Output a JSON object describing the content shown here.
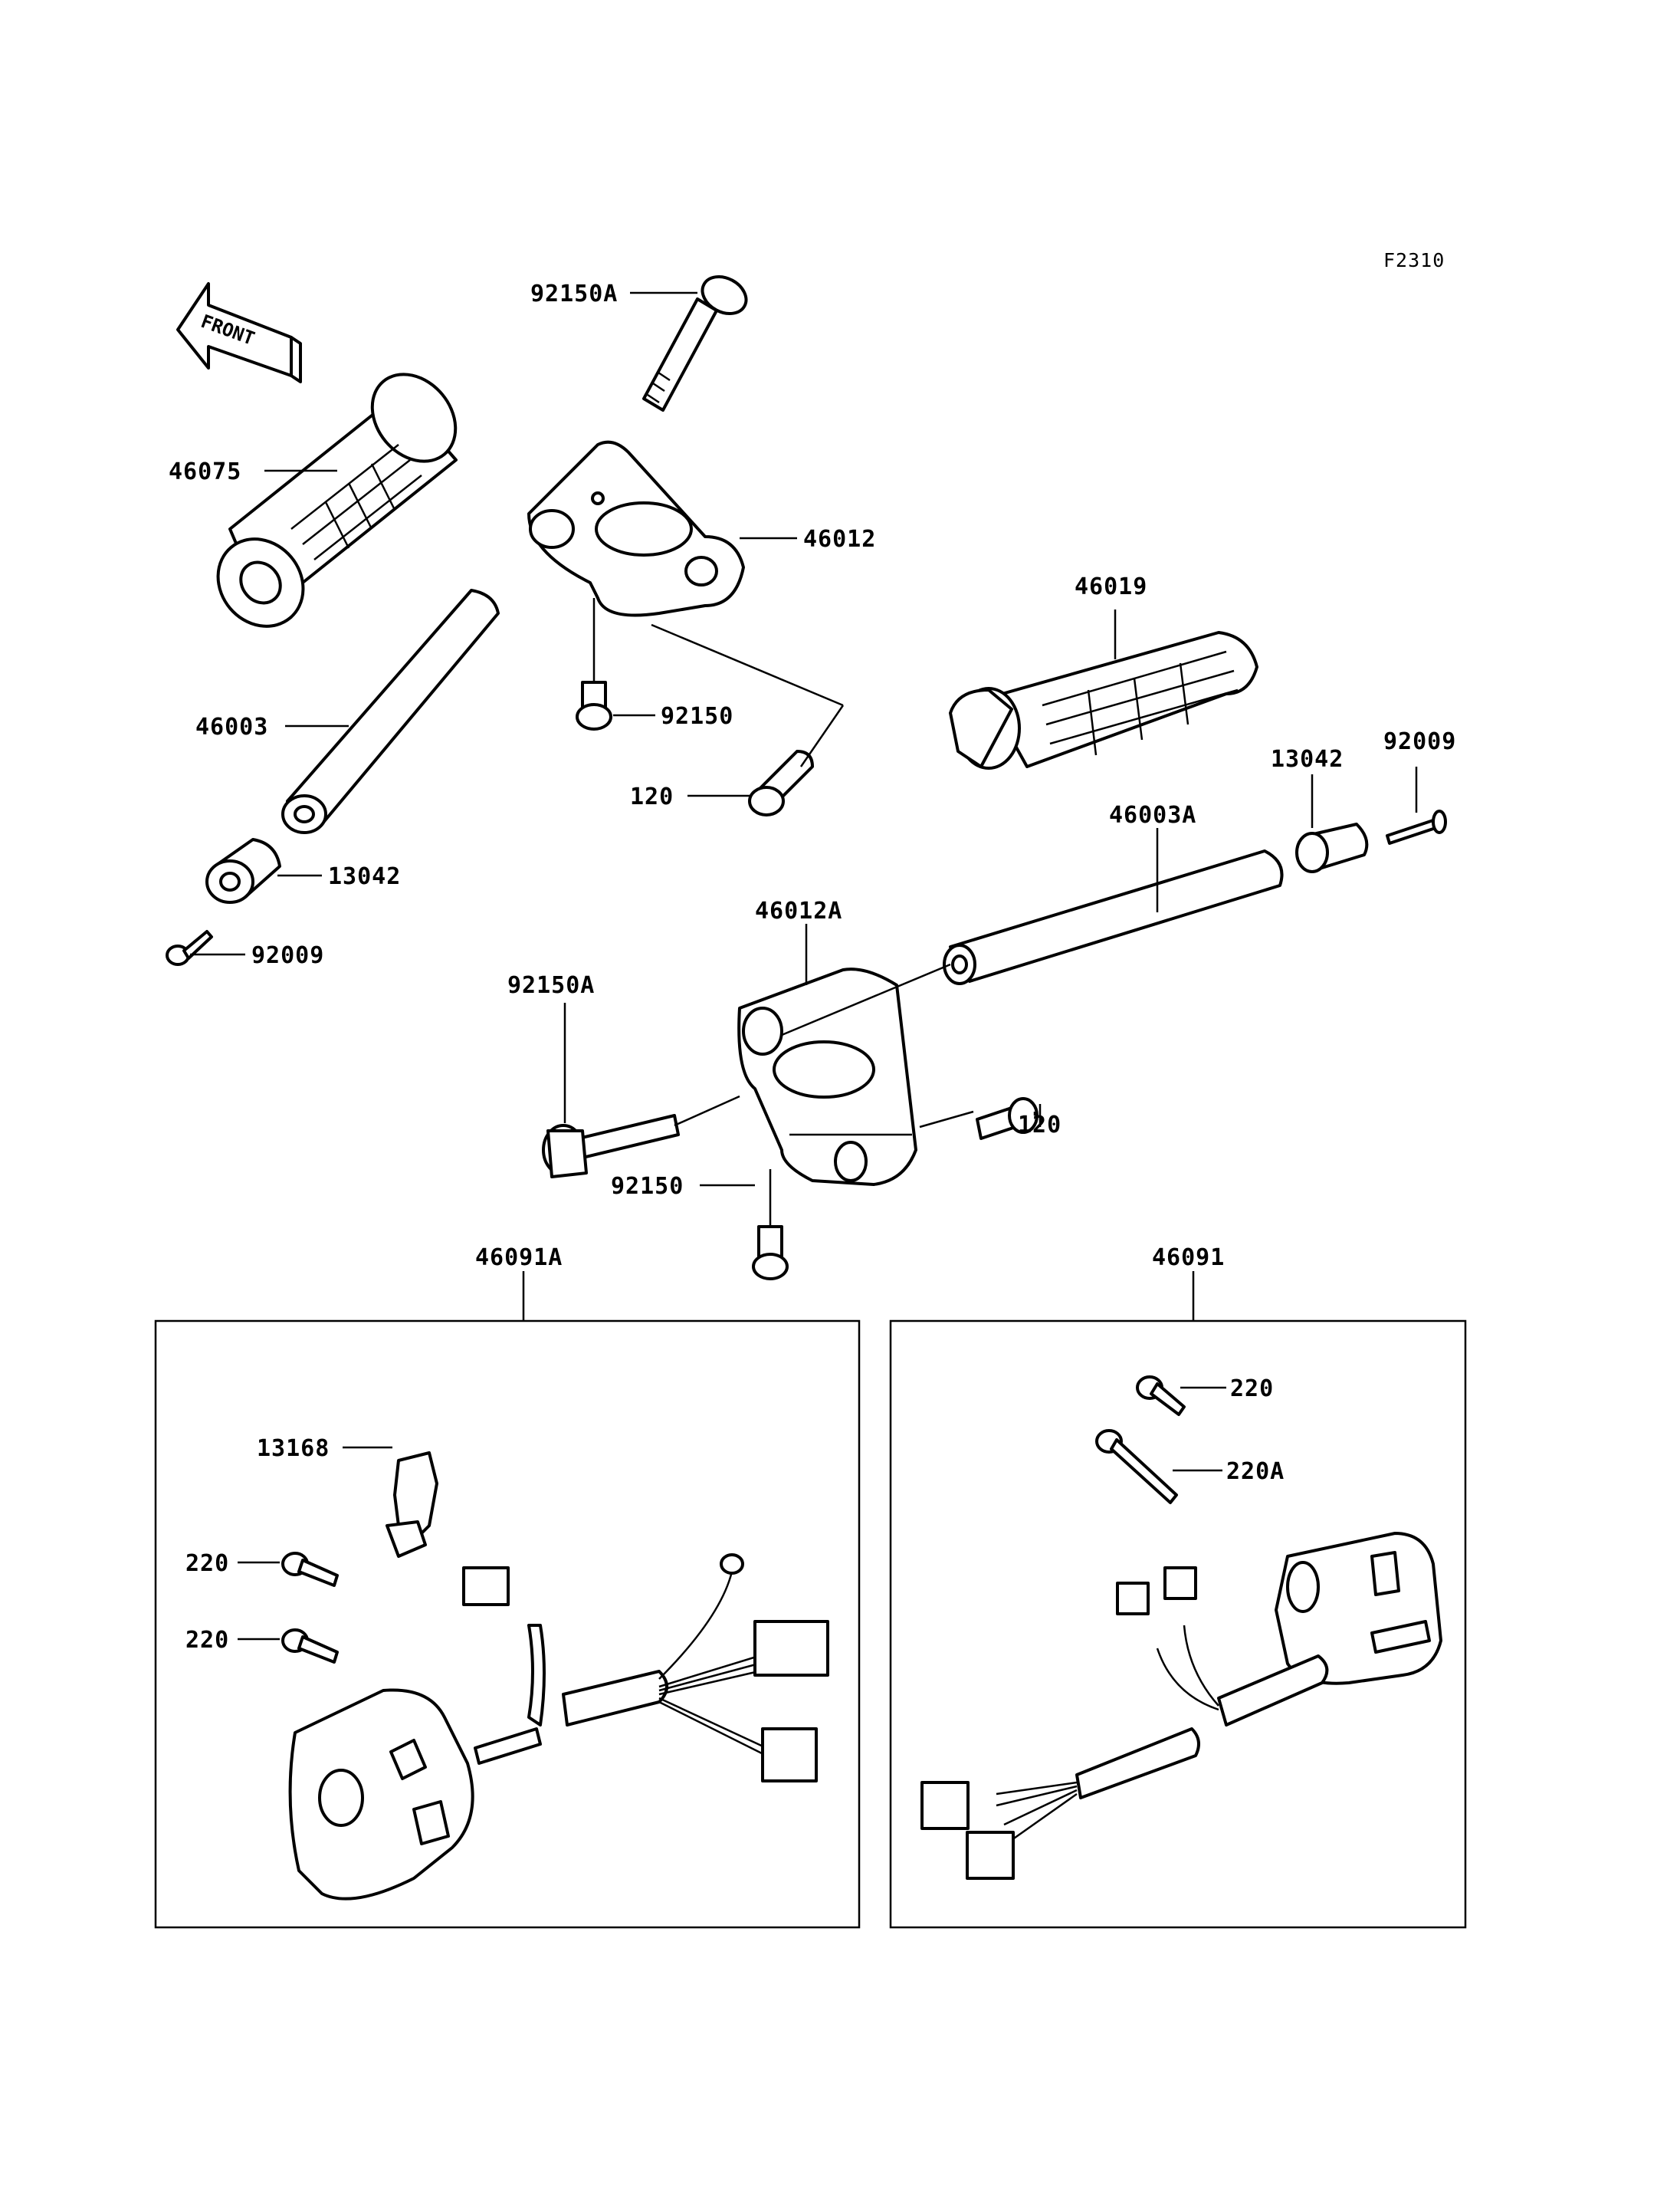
{
  "figure_code": "F2310",
  "front_arrow_label": "FRONT",
  "labels": {
    "p92150A_top": "92150A",
    "p46075": "46075",
    "p46012": "46012",
    "p46019": "46019",
    "p46003": "46003",
    "p92150_top": "92150",
    "p120_top": "120",
    "p13042_right": "13042",
    "p92009_right": "92009",
    "p46003A": "46003A",
    "p13042_left": "13042",
    "p92009_left": "92009",
    "p46012A": "46012A",
    "p92150A_mid": "92150A",
    "p120_mid": "120",
    "p92150_mid": "92150",
    "p46091A": "46091A",
    "p46091": "46091",
    "p13168": "13168",
    "p220_left1": "220",
    "p220_left2": "220",
    "p220_right": "220",
    "p220A_right": "220A"
  }
}
